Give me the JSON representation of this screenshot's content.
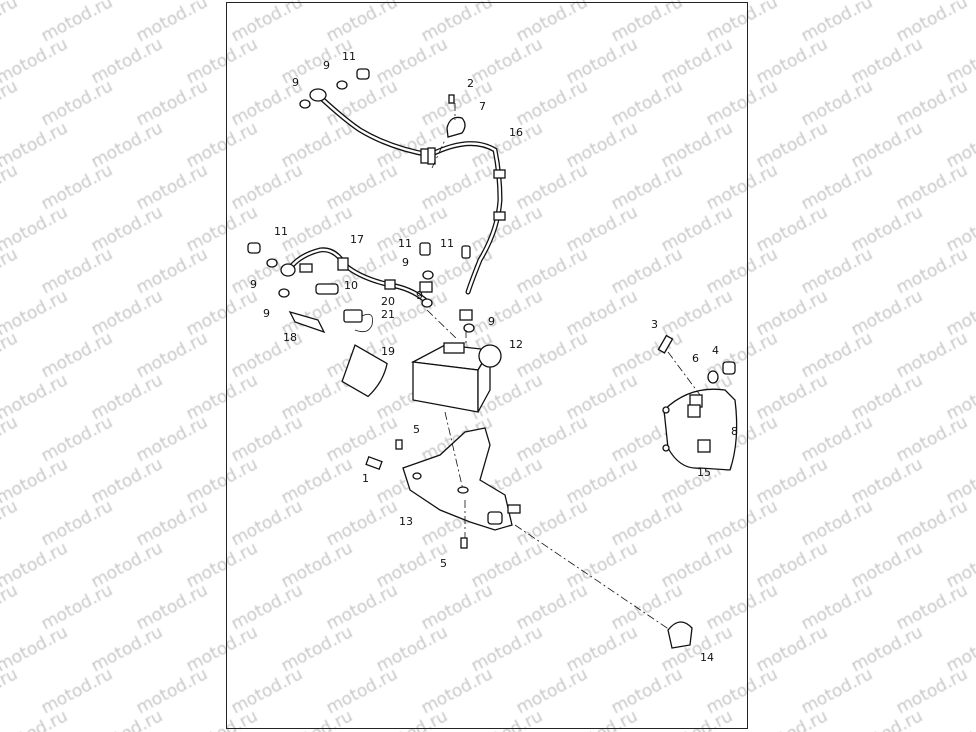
{
  "watermark": "motod.ru",
  "callouts": [
    "11",
    "9",
    "9",
    "2",
    "7",
    "16",
    "11",
    "17",
    "11",
    "11",
    "9",
    "9",
    "10",
    "9",
    "20",
    "21",
    "9",
    "9",
    "18",
    "19",
    "12",
    "3",
    "6",
    "4",
    "5",
    "8",
    "1",
    "15",
    "13",
    "5",
    "14"
  ],
  "colors": {
    "line": "#111111",
    "watermark": "#c9c9c9",
    "background": "#ffffff"
  }
}
